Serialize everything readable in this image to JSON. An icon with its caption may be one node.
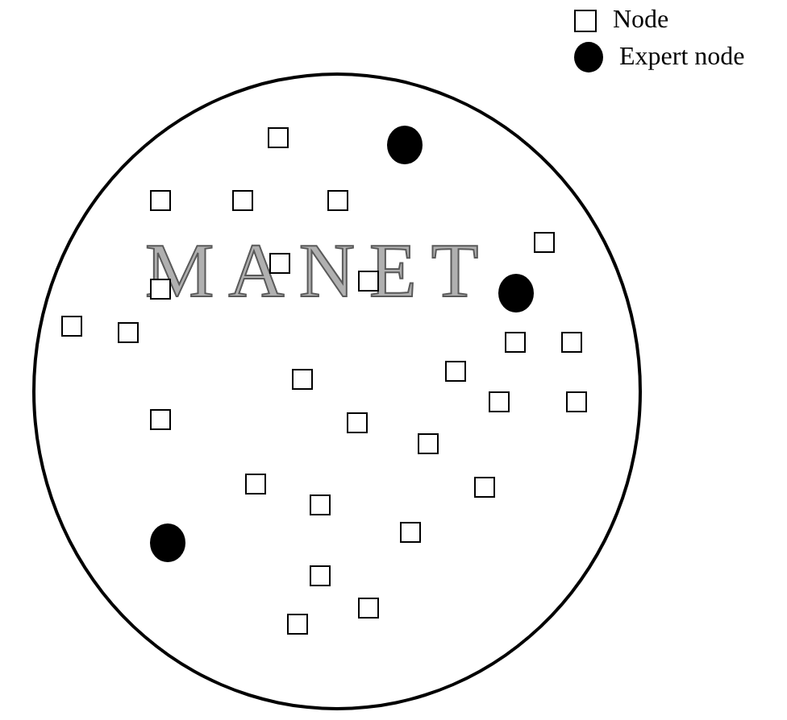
{
  "diagram": {
    "nodes": [
      {
        "text": [
          "MANET"
        ]
      },
      {
        "text": [],
        "shape": "box",
        "in": 0
      },
      {
        "text": [],
        "shape": "circle",
        "in": 0
      },
      {
        "text": [],
        "shape": "box",
        "in": 0
      },
      {
        "text": [],
        "shape": "box",
        "in": 0
      },
      {
        "text": [],
        "shape": "box",
        "in": 0
      },
      {
        "text": [],
        "shape": "box",
        "in": 0
      },
      {
        "text": [],
        "shape": "box",
        "in": 0
      },
      {
        "text": [],
        "shape": "box",
        "in": 0
      },
      {
        "text": [],
        "shape": "box",
        "in": 0
      },
      {
        "text": [],
        "shape": "circle",
        "in": 0
      },
      {
        "text": [],
        "shape": "box",
        "in": 0
      },
      {
        "text": [],
        "shape": "box",
        "in": 0
      },
      {
        "text": [],
        "shape": "box",
        "in": 0
      },
      {
        "text": [],
        "shape": "box",
        "in": 0
      },
      {
        "text": [],
        "shape": "box",
        "in": 0
      },
      {
        "text": [],
        "shape": "box",
        "in": 0
      },
      {
        "text": [],
        "shape": "box",
        "in": 0
      },
      {
        "text": [],
        "shape": "box",
        "in": 0
      },
      {
        "text": [],
        "shape": "box",
        "in": 0
      },
      {
        "text": [],
        "shape": "box",
        "in": 0
      },
      {
        "text": [],
        "shape": "box",
        "in": 0
      },
      {
        "text": [],
        "shape": "box",
        "in": 0
      },
      {
        "text": [],
        "shape": "box",
        "in": 0
      },
      {
        "text": [],
        "shape": "box",
        "in": 0
      },
      {
        "text": [],
        "shape": "box",
        "in": 0
      },
      {
        "text": [],
        "shape": "circle",
        "in": 0
      },
      {
        "text": [],
        "shape": "box",
        "in": 0
      },
      {
        "text": [],
        "shape": "box",
        "in": 0
      },
      {
        "text": [],
        "shape": "box",
        "in": 0
      }
    ],
    "legend": [
      {
        "text": "Node"
      },
      {
        "text": "Expert node"
      }
    ]
  }
}
